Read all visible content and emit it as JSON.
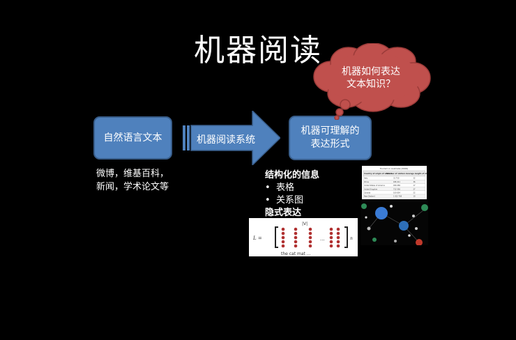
{
  "title": "机器阅读",
  "source_box": "自然语言文本",
  "system_arrow": "机器阅读系统",
  "target_box": "机器可理解的\n表达形式",
  "cloud": "机器如何表达\n文本知识？",
  "source_examples": [
    "微博，维基百科，",
    "新闻，学术论文等"
  ],
  "structured": {
    "heading": "结构化的信息",
    "items": [
      "表格",
      "关系图"
    ]
  },
  "implicit": {
    "heading": "隐式表达",
    "matrix_left": "L =",
    "matrix_top": "|V|",
    "matrix_right": "n",
    "matrix_dots": "...",
    "matrix_words": "the   cat     mat  ..."
  },
  "table_thumb": {
    "caption": "Tourism in Australia (2006)",
    "headers": [
      "Country of origin of visitors",
      "Number of visitors",
      "Average length of stay (nights)"
    ],
    "rows": [
      [
        "Italy",
        "31 750",
        "32"
      ],
      [
        "China",
        "186 411",
        "36"
      ],
      [
        "United States of America",
        "456 089",
        "17"
      ],
      [
        "United Kingdom",
        "712 556",
        "27"
      ],
      [
        "Canada",
        "109 854",
        "22"
      ],
      [
        "New Zealand",
        "1 022 769",
        "10"
      ]
    ]
  },
  "colors": {
    "box": "#4f81bd",
    "box_border": "#385d8a",
    "cloud": "#c0504d",
    "dots": "#b03030"
  }
}
